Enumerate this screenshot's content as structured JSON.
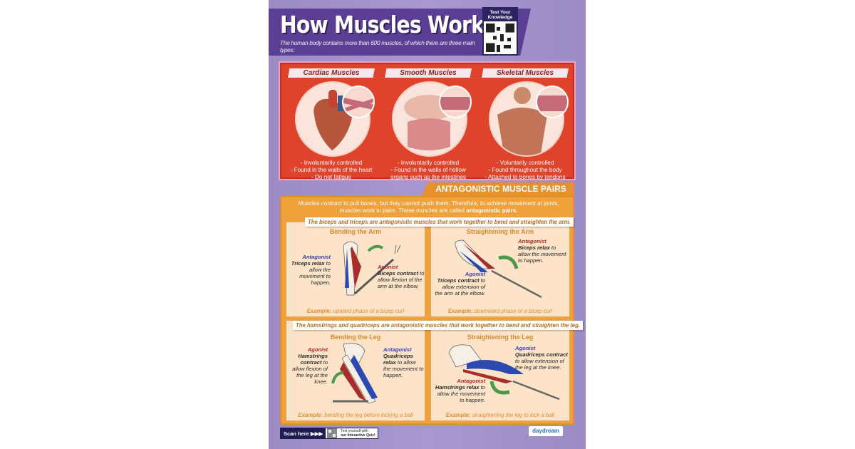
{
  "poster": {
    "title": "How Muscles Work",
    "subtitle": "The human body contains more than 600 muscles, of which there are three main types:",
    "qr_label": "Test Your Knowledge",
    "muscle_types": [
      {
        "name": "Cardiac Muscles",
        "facts": [
          "- Involuntarily controlled",
          "- Found in the walls of the heart",
          "- Do not fatigue"
        ]
      },
      {
        "name": "Smooth Muscles",
        "facts": [
          "- Involuntarily controlled",
          "- Found in the walls of hollow",
          "organs such as the intestines"
        ]
      },
      {
        "name": "Skeletal Muscles",
        "facts": [
          "- Voluntarily controlled",
          "- Found throughout the body",
          "- Attached to bones by tendons"
        ]
      }
    ],
    "section_heading": "Antagonistic Muscle Pairs",
    "intro": "Muscles contract to pull bones, but they cannot push them. Therefore, to achieve movement at joints, muscles work in pairs. These muscles are called",
    "intro_bold": "antagonistic pairs.",
    "arm_caption": "The biceps and triceps are antagonistic muscles that work together to bend and straighten the arm.",
    "leg_caption": "The hamstrings and quadriceps are antagonistic muscles that work together to bend and straighten the leg.",
    "example_label": "Example:",
    "panels": [
      {
        "title": "Bending the Arm",
        "notes": [
          {
            "role": "Antagonist",
            "bold": "Triceps relax",
            "rest": "to allow the movement to happen."
          },
          {
            "role": "Agonist",
            "bold": "Biceps contract",
            "rest": "to allow flexion of the arm at the elbow."
          }
        ],
        "example": "upward phase of a bicep curl"
      },
      {
        "title": "Straightening the Arm",
        "notes": [
          {
            "role": "Antagonist",
            "bold": "Biceps relax",
            "rest": "to allow the movement to happen."
          },
          {
            "role": "Agonist",
            "bold": "Triceps contract",
            "rest": "to allow extension of the arm at the elbow."
          }
        ],
        "example": "downward phase of a bicep curl"
      },
      {
        "title": "Bending the Leg",
        "notes": [
          {
            "role": "Agonist",
            "bold": "Hamstrings contract",
            "rest": "to allow flexion of the leg at the knee."
          },
          {
            "role": "Antagonist",
            "bold": "Quadriceps relax",
            "rest": "to allow the movement to happen."
          }
        ],
        "example": "bending the leg before kicking a ball"
      },
      {
        "title": "Straightening the Leg",
        "notes": [
          {
            "role": "Agonist",
            "bold": "Quadriceps contract",
            "rest": "to allow extension of the leg at the knee."
          },
          {
            "role": "Antagonist",
            "bold": "Hamstrings relax",
            "rest": "to allow the movement to happen."
          }
        ],
        "example": "straightening the leg to kick a ball"
      }
    ],
    "footer": {
      "scan": "Scan here ▶▶▶",
      "quiz_line1": "Test yourself with",
      "quiz_line2": "our Interactive Quiz!",
      "logo": "daydream"
    },
    "colors": {
      "background": "#9f8fc9",
      "banner": "#5b3f95",
      "red_panel": "#e0432b",
      "orange_panel": "#f0a13a",
      "agonist_red": "#b22a2a",
      "antagonist_blue": "#3b3fb5"
    }
  }
}
